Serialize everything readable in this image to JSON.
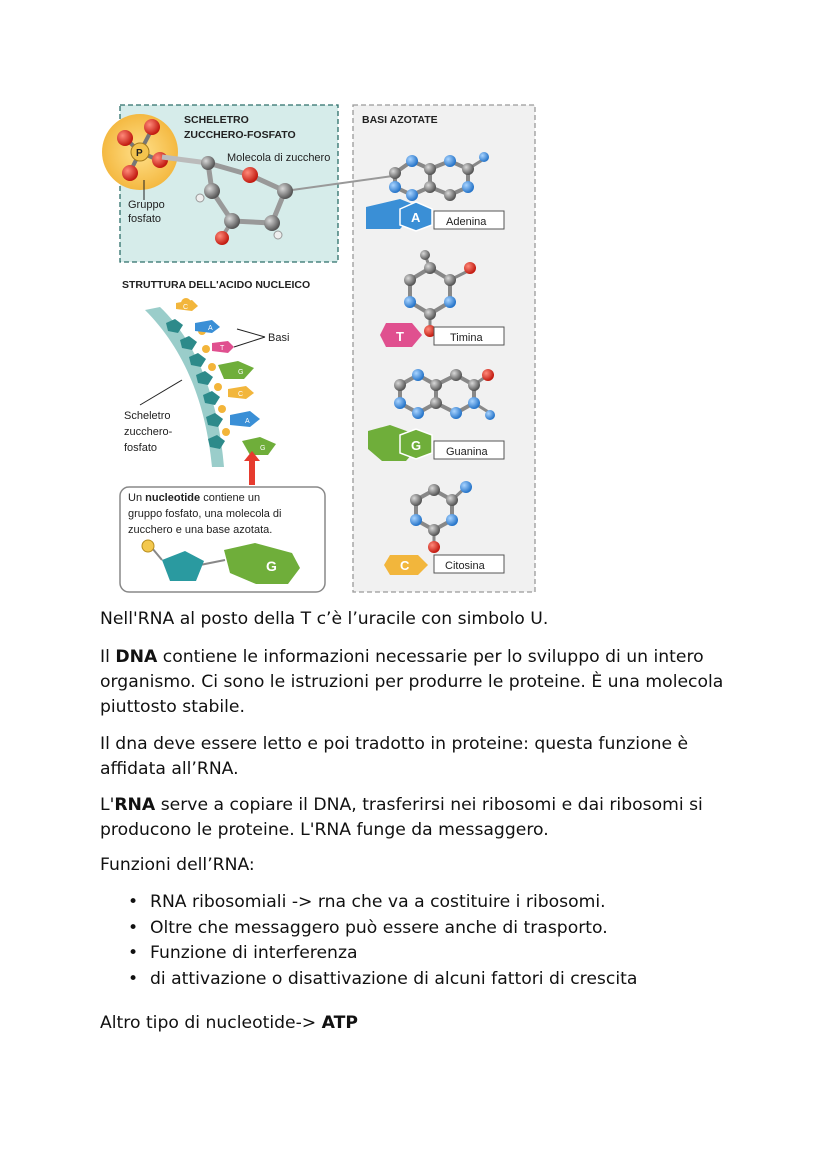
{
  "figure": {
    "backbone_title_1": "SCHELETRO",
    "backbone_title_2": "ZUCCHERO-FOSFATO",
    "sugar_label": "Molecola di zucchero",
    "phosphate_label_1": "Gruppo",
    "phosphate_label_2": "fosfato",
    "phosphate_symbol": "P",
    "bases_title": "BASI AZOTATE",
    "structure_title": "STRUTTURA DELL'ACIDO NUCLEICO",
    "basi_label": "Basi",
    "backbone_label_1": "Scheletro",
    "backbone_label_2": "zucchero-",
    "backbone_label_3": "fosfato",
    "nucleotide_line_1a": "Un ",
    "nucleotide_line_1b": "nucleotide",
    "nucleotide_line_1c": " contiene un",
    "nucleotide_line_2": "gruppo fosfato, una molecola di",
    "nucleotide_line_3": "zucchero e una base azotata.",
    "nucleotide_letter": "G",
    "bases": [
      {
        "letter": "A",
        "name": "Adenina",
        "color": "#3a8fd6"
      },
      {
        "letter": "T",
        "name": "Timina",
        "color": "#e0508f"
      },
      {
        "letter": "G",
        "name": "Guanina",
        "color": "#6fae3a"
      },
      {
        "letter": "C",
        "name": "Citosina",
        "color": "#f2b63c"
      }
    ],
    "strand_letters": [
      "C",
      "A",
      "T",
      "G",
      "C",
      "A",
      "G"
    ]
  },
  "text": {
    "p1": "Nell'RNA al posto della T c’è l’uracile con simbolo U.",
    "p2_a": "Il ",
    "p2_b": "DNA",
    "p2_c": " contiene le informazioni necessarie per lo sviluppo di un intero organismo. Ci sono le istruzioni per produrre le proteine. È una molecola piuttosto stabile.",
    "p3": "Il dna deve essere letto e poi tradotto in proteine: questa funzione è affidata all’RNA.",
    "p4_a": "L'",
    "p4_b": "RNA",
    "p4_c": " serve a copiare il DNA, trasferirsi nei ribosomi e dai ribosomi si producono le proteine. L'RNA funge da messaggero.",
    "p5": "Funzioni dell’RNA:",
    "list": [
      "RNA ribosomiali -> rna che va a costituire i ribosomi.",
      "Oltre che messaggero può essere anche di trasporto.",
      "Funzione di interferenza",
      "di attivazione o disattivazione di alcuni fattori di crescita"
    ],
    "p6_a": "Altro tipo di nucleotide-> ",
    "p6_b": "ATP"
  }
}
